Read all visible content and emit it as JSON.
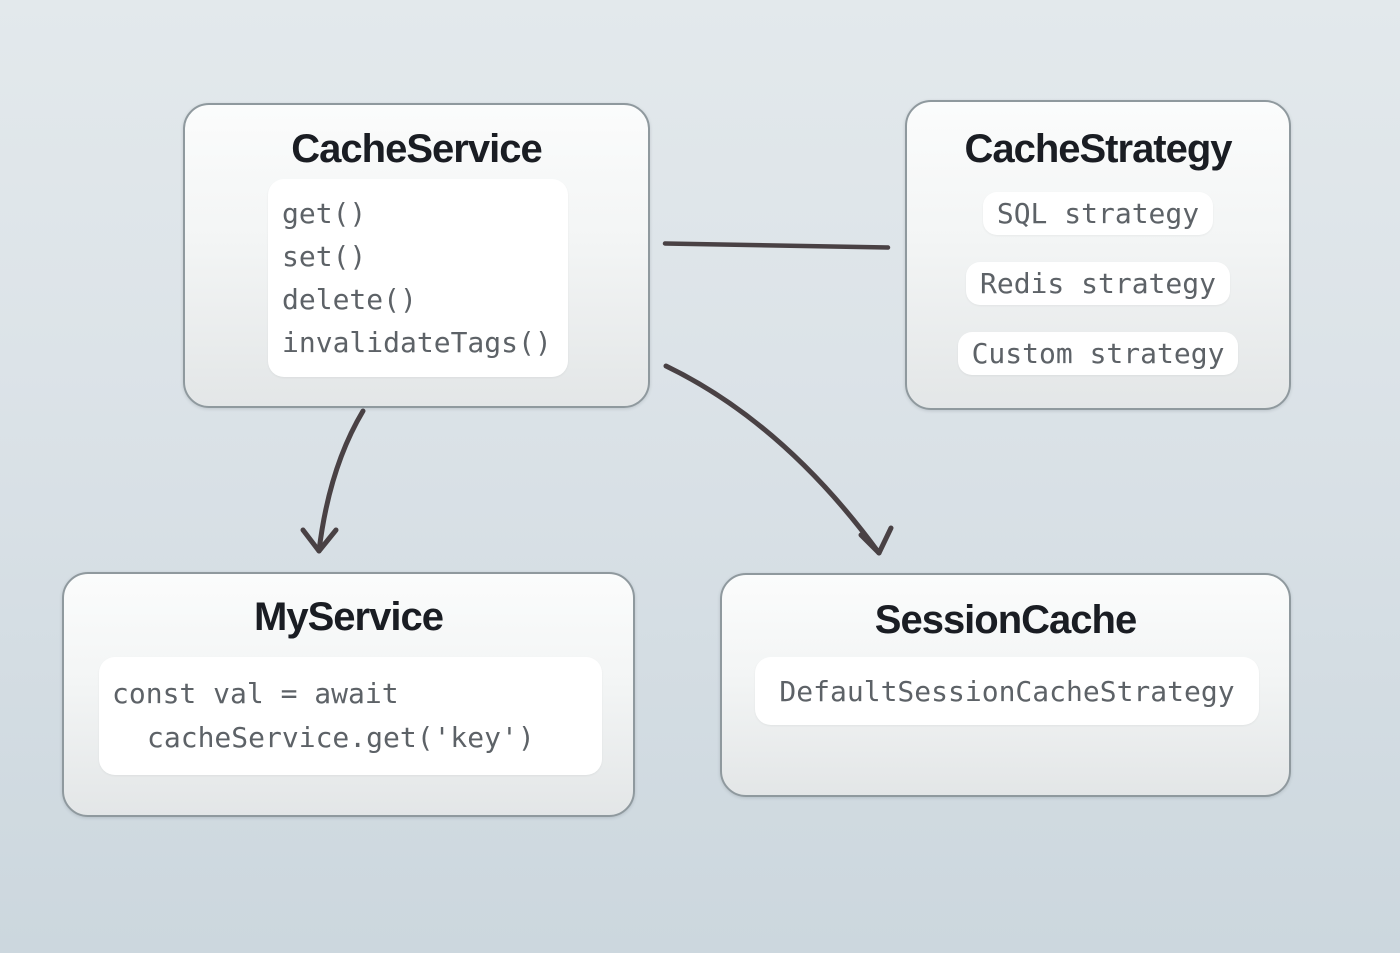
{
  "colors": {
    "arrow": "#494144",
    "background_top": "#e3e9ec",
    "background_bottom": "#ccd7de",
    "node_border": "#8f999e",
    "title_text": "#1a1d23",
    "code_text": "#5d6267"
  },
  "nodes": {
    "cache_service": {
      "title": "CacheService",
      "methods": [
        "get()",
        "set()",
        "delete()",
        "invalidateTags()"
      ]
    },
    "cache_strategy": {
      "title": "CacheStrategy",
      "strategies": [
        "SQL strategy",
        "Redis strategy",
        "Custom strategy"
      ]
    },
    "my_service": {
      "title": "MyService",
      "code_line_1": "const val = await",
      "code_line_2": "cacheService.get('key')"
    },
    "session_cache": {
      "title": "SessionCache",
      "code": "DefaultSessionCacheStrategy"
    }
  },
  "edges": [
    {
      "from": "CacheService",
      "to": "CacheStrategy",
      "type": "line"
    },
    {
      "from": "CacheService",
      "to": "MyService",
      "type": "arrow"
    },
    {
      "from": "CacheService",
      "to": "SessionCache",
      "type": "arrow"
    }
  ]
}
